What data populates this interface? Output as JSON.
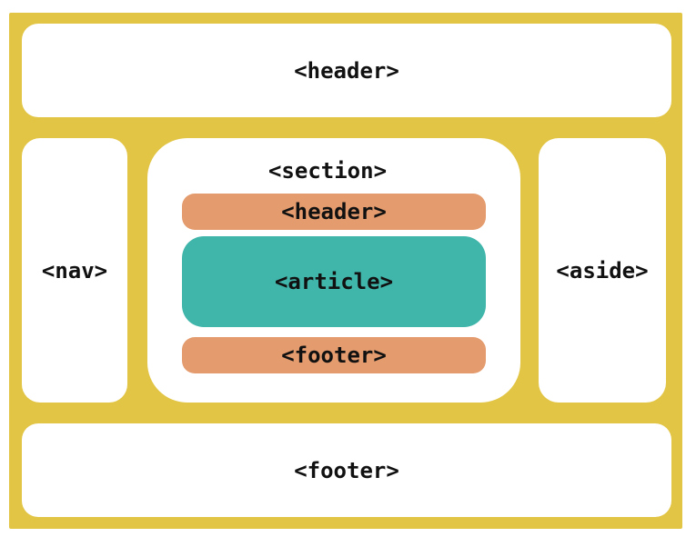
{
  "colors": {
    "frame": "#e2c545",
    "region": "#ffffff",
    "inner_header_footer": "#e49b6e",
    "article": "#40b5aa",
    "text": "#111111"
  },
  "layout": {
    "header": "<header>",
    "nav": "<nav>",
    "section": "<section>",
    "aside": "<aside>",
    "footer": "<footer>"
  },
  "section_contents": {
    "header": "<header>",
    "article": "<article>",
    "footer": "<footer>"
  }
}
